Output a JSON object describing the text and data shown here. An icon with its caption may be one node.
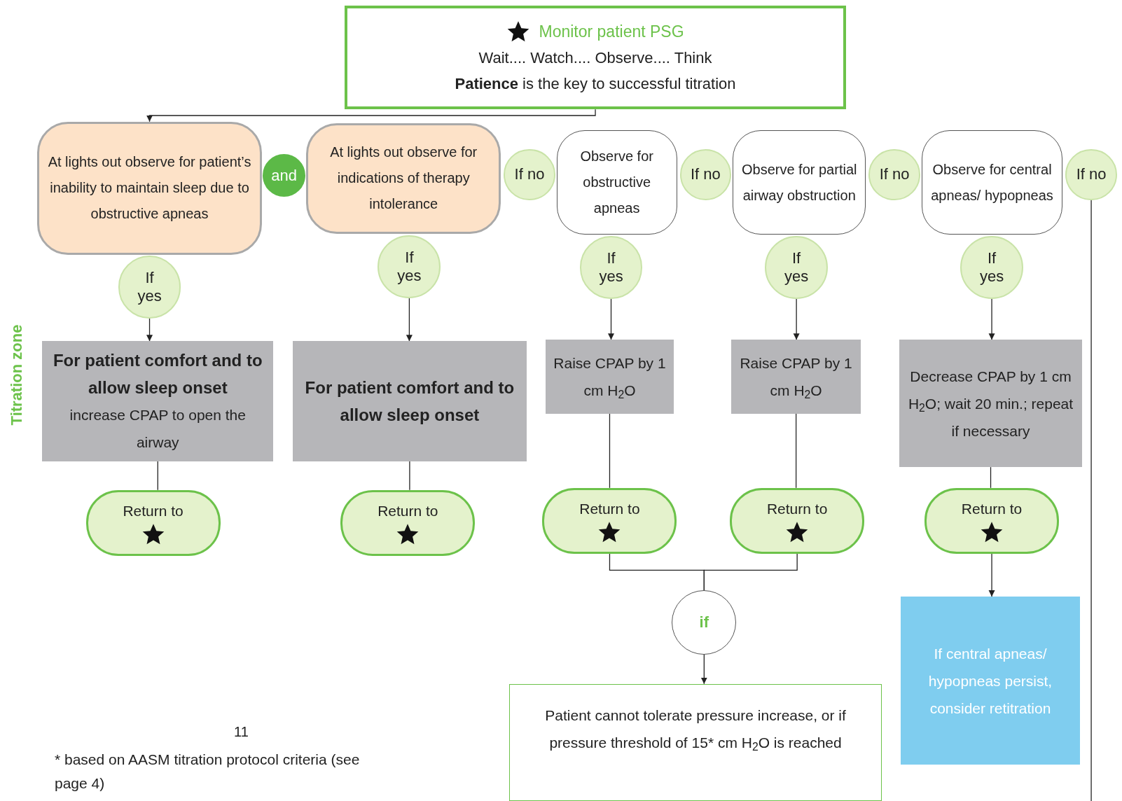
{
  "diagram": {
    "nodes": [
      {
        "text": [
          "Monitor patient PSG",
          "Wait.... Watch.... Observe.... Think",
          "**Patience** is the key to successful titration"
        ]
      },
      {
        "text": [
          "At lights out observe for patient’s inability to maintain sleep due to obstructive apneas"
        ]
      },
      {
        "text": [
          "and"
        ]
      },
      {
        "text": [
          "At lights out observe for indications of therapy intolerance"
        ]
      },
      {
        "text": [
          "If no"
        ]
      },
      {
        "text": [
          "Observe for obstructive apneas"
        ]
      },
      {
        "text": [
          "If no"
        ]
      },
      {
        "text": [
          "Observe for partial airway obstruction"
        ]
      },
      {
        "text": [
          "If no"
        ]
      },
      {
        "text": [
          "Observe for central apneas/ hypopneas"
        ]
      },
      {
        "text": [
          "If no"
        ]
      },
      {
        "text": [
          "If yes"
        ]
      },
      {
        "text": [
          "If yes"
        ]
      },
      {
        "text": [
          "If yes"
        ]
      },
      {
        "text": [
          "If yes"
        ]
      },
      {
        "text": [
          "If yes"
        ]
      },
      {
        "text": [
          "For patient comfort and to allow sleep onset",
          "increase CPAP to open the airway"
        ]
      },
      {
        "text": [
          "For patient comfort and to allow sleep onset"
        ]
      },
      {
        "text": [
          "Raise CPAP by 1 cm H$_{2}$O"
        ]
      },
      {
        "text": [
          "Raise CPAP by 1 cm H$_{2}$O"
        ]
      },
      {
        "text": [
          "Decrease CPAP by 1 cm H$_{2}$O; wait 20 min.; repeat if necessary"
        ]
      },
      {
        "text": [
          "Return to"
        ]
      },
      {
        "text": [
          "Return to"
        ]
      },
      {
        "text": [
          "Return to"
        ]
      },
      {
        "text": [
          "Return to"
        ]
      },
      {
        "text": [
          "Return to"
        ]
      },
      {
        "text": [
          "if"
        ]
      },
      {
        "text": [
          "Patient cannot tolerate pressure increase, or if pressure threshold of 15* cm H$_{2}$O is reached"
        ]
      },
      {
        "text": [
          "If central apneas/ hypopneas persist, consider retitration"
        ]
      }
    ],
    "edges": [
      {
        "from": 0,
        "to": 1,
        "arrow": "to"
      },
      {
        "from": 11,
        "to": 16,
        "arrow": "to"
      },
      {
        "from": 12,
        "to": 17,
        "arrow": "to"
      },
      {
        "from": 13,
        "to": 18,
        "arrow": "to"
      },
      {
        "from": 14,
        "to": 19,
        "arrow": "to"
      },
      {
        "from": 15,
        "to": 20,
        "arrow": "to"
      },
      {
        "from": 16,
        "to": 21,
        "arrow": "none"
      },
      {
        "from": 17,
        "to": 22,
        "arrow": "none"
      },
      {
        "from": 18,
        "to": 23,
        "arrow": "none"
      },
      {
        "from": 19,
        "to": 24,
        "arrow": "none"
      },
      {
        "from": 20,
        "to": 25,
        "arrow": "none"
      },
      {
        "from": 23,
        "to": 26,
        "arrow": "none"
      },
      {
        "from": 24,
        "to": 26,
        "arrow": "none"
      },
      {
        "from": 26,
        "to": 27,
        "arrow": "to"
      },
      {
        "from": 25,
        "to": 28,
        "arrow": "to"
      },
      {
        "from": 10,
        "to": null,
        "arrow": "none"
      }
    ],
    "labels": [
      "Titration zone",
      "11",
      "* based on AASM titration protocol criteria (see page 4)"
    ]
  }
}
